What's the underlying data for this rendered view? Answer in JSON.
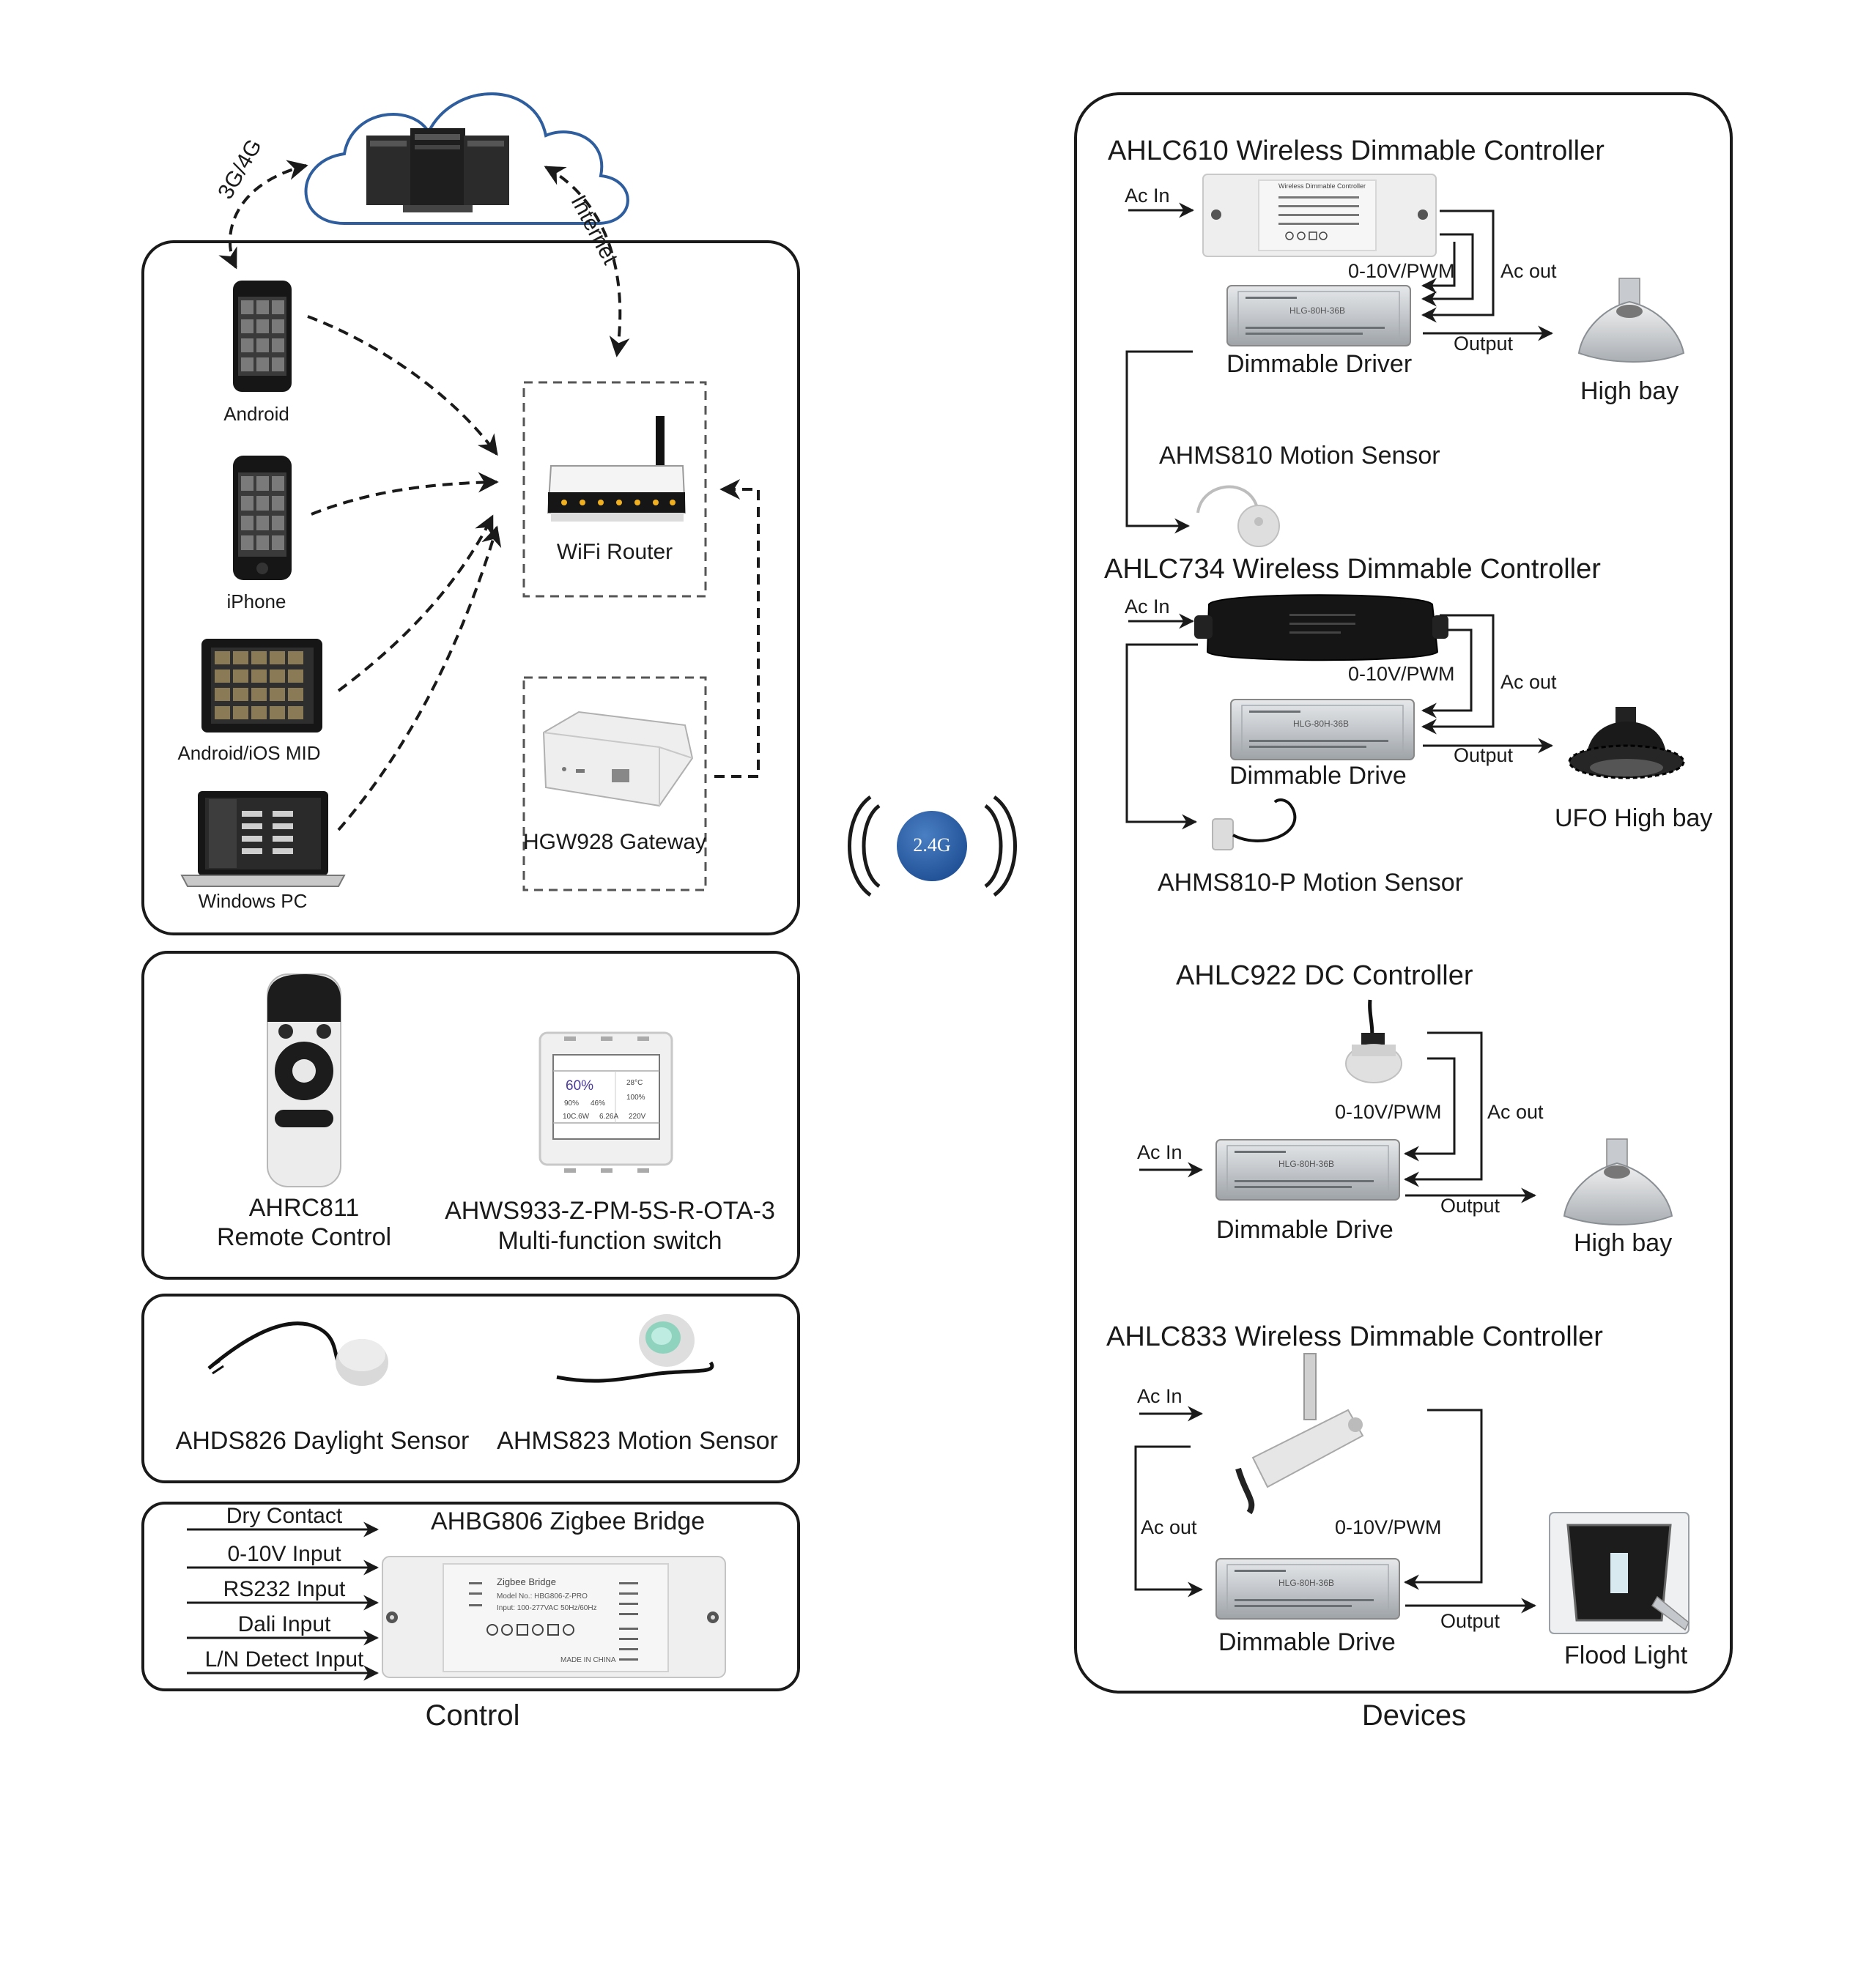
{
  "cloud": {
    "link_mobile": "3G/4G",
    "link_internet": "Internet"
  },
  "clients": {
    "android": "Android",
    "iphone": "iPhone",
    "mid": "Android/iOS MID",
    "pc": "Windows PC"
  },
  "network": {
    "router": "WiFi Router",
    "gateway": "HGW928 Gateway"
  },
  "wireless": {
    "badge": "2.4G"
  },
  "remotes": {
    "remote_model": "AHRC811",
    "remote_desc": "Remote Control",
    "switch_model": "AHWS933-Z-PM-5S-R-OTA-3",
    "switch_desc": "Multi-function switch",
    "switch_screen": {
      "level": "60%",
      "a": "90%",
      "b": "46%",
      "c": "28°C",
      "d": "100%",
      "e": "10C.6W",
      "f": "6.26A",
      "g": "220V"
    }
  },
  "sensors": {
    "daylight": "AHDS826 Daylight Sensor",
    "motion": "AHMS823 Motion Sensor"
  },
  "bridge": {
    "title": "AHBG806 Zigbee Bridge",
    "inputs": [
      "Dry Contact",
      "0-10V Input",
      "RS232 Input",
      "Dali Input",
      "L/N Detect Input"
    ],
    "plate": {
      "name": "Zigbee Bridge",
      "model": "Model No.: HBG806-Z-PRO",
      "input": "Input: 100-277VAC  50Hz/60Hz",
      "made": "MADE IN CHINA"
    }
  },
  "section_labels": {
    "control": "Control",
    "devices": "Devices"
  },
  "devices": {
    "ahlc610": {
      "title": "AHLC610 Wireless Dimmable Controller",
      "ac_in": "Ac In",
      "pwm": "0-10V/PWM",
      "ac_out": "Ac out",
      "output": "Output",
      "driver": "Dimmable Driver",
      "light": "High bay",
      "sensor": "AHMS810 Motion Sensor",
      "plate": "Wireless Dimmable Controller"
    },
    "ahlc734": {
      "title": "AHLC734 Wireless Dimmable Controller",
      "ac_in": "Ac In",
      "pwm": "0-10V/PWM",
      "ac_out": "Ac out",
      "output": "Output",
      "driver": "Dimmable Drive",
      "light": "UFO High bay",
      "sensor": "AHMS810-P Motion Sensor"
    },
    "ahlc922": {
      "title": "AHLC922 DC Controller",
      "ac_in": "Ac In",
      "pwm": "0-10V/PWM",
      "ac_out": "Ac out",
      "output": "Output",
      "driver": "Dimmable Drive",
      "light": "High bay"
    },
    "ahlc833": {
      "title": "AHLC833 Wireless Dimmable Controller",
      "ac_in": "Ac In",
      "pwm": "0-10V/PWM",
      "ac_out": "Ac out",
      "output": "Output",
      "driver": "Dimmable Drive",
      "light": "Flood Light"
    },
    "driver_model": "HLG-80H-36B"
  }
}
